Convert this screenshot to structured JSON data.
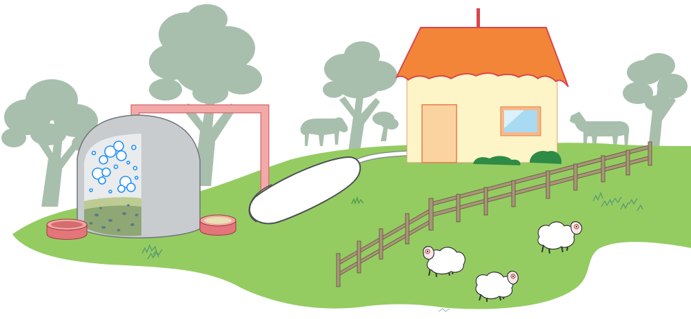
{
  "scene": {
    "elements": [
      "biogas-digester",
      "gas-pipe",
      "gas-storage-bag",
      "farmhouse",
      "wooden-fence",
      "sheep",
      "cows",
      "trees"
    ]
  },
  "colors": {
    "grass": "#94cc62",
    "tree_silhouette": "#a8bfae",
    "roof": "#f28538",
    "house_wall": "#fdf5c7",
    "door": "#fbd3a0",
    "window": "#a8dbf1",
    "pipe": "#f2a9a7",
    "digester_shell": "#c8cccf",
    "digester_inside": "#e9ebec",
    "slurry": "#8fa774",
    "bubbles": "#1e90ff",
    "fence": "#8e7f60",
    "bush": "#2e8b46",
    "sheep_wool": "#ffffff"
  }
}
